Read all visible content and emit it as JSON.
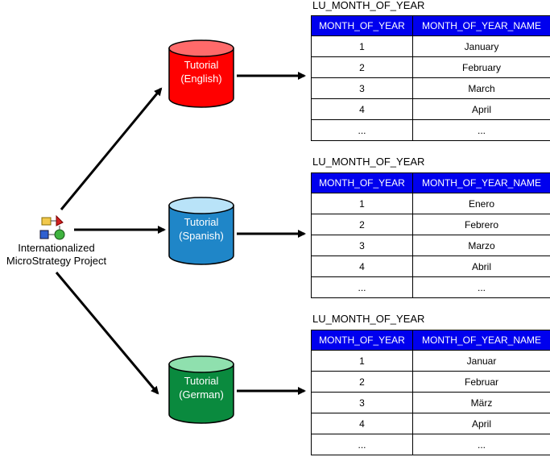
{
  "project": {
    "label_line1": "Internationalized",
    "label_line2": "MicroStrategy Project",
    "icon": "project-objects-icon"
  },
  "databases": [
    {
      "line1": "Tutorial",
      "line2": "(English)",
      "color": "#ff0000"
    },
    {
      "line1": "Tutorial",
      "line2": "(Spanish)",
      "color": "#1f86c8"
    },
    {
      "line1": "Tutorial",
      "line2": "(German)",
      "color": "#0a8a3e"
    }
  ],
  "tables": [
    {
      "title": "LU_MONTH_OF_YEAR",
      "headers": [
        "MONTH_OF_YEAR",
        "MONTH_OF_YEAR_NAME"
      ],
      "rows": [
        [
          "1",
          "January"
        ],
        [
          "2",
          "February"
        ],
        [
          "3",
          "March"
        ],
        [
          "4",
          "April"
        ],
        [
          "...",
          "..."
        ]
      ]
    },
    {
      "title": "LU_MONTH_OF_YEAR",
      "headers": [
        "MONTH_OF_YEAR",
        "MONTH_OF_YEAR_NAME"
      ],
      "rows": [
        [
          "1",
          "Enero"
        ],
        [
          "2",
          "Febrero"
        ],
        [
          "3",
          "Marzo"
        ],
        [
          "4",
          "Abril"
        ],
        [
          "...",
          "..."
        ]
      ]
    },
    {
      "title": "LU_MONTH_OF_YEAR",
      "headers": [
        "MONTH_OF_YEAR",
        "MONTH_OF_YEAR_NAME"
      ],
      "rows": [
        [
          "1",
          "Januar"
        ],
        [
          "2",
          "Februar"
        ],
        [
          "3",
          "März"
        ],
        [
          "4",
          "April"
        ],
        [
          "...",
          "..."
        ]
      ]
    }
  ],
  "colors": {
    "header_bg": "#0000ee",
    "arrow": "#000000"
  }
}
